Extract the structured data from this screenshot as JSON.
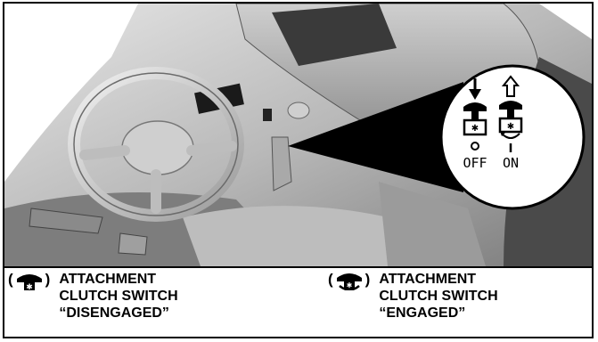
{
  "callout": {
    "off_label": "OFF",
    "on_label": "ON"
  },
  "captions": [
    {
      "icon": "attachment-clutch-disengaged-icon",
      "text": "ATTACHMENT\nCLUTCH SWITCH\n“DISENGAGED”"
    },
    {
      "icon": "attachment-clutch-engaged-icon",
      "text": "ATTACHMENT\nCLUTCH SWITCH\n“ENGAGED”"
    }
  ],
  "colors": {
    "border": "#000000",
    "machine_light": "#d9d9d9",
    "machine_mid": "#a8a8a8",
    "machine_dark": "#5a5a5a"
  }
}
